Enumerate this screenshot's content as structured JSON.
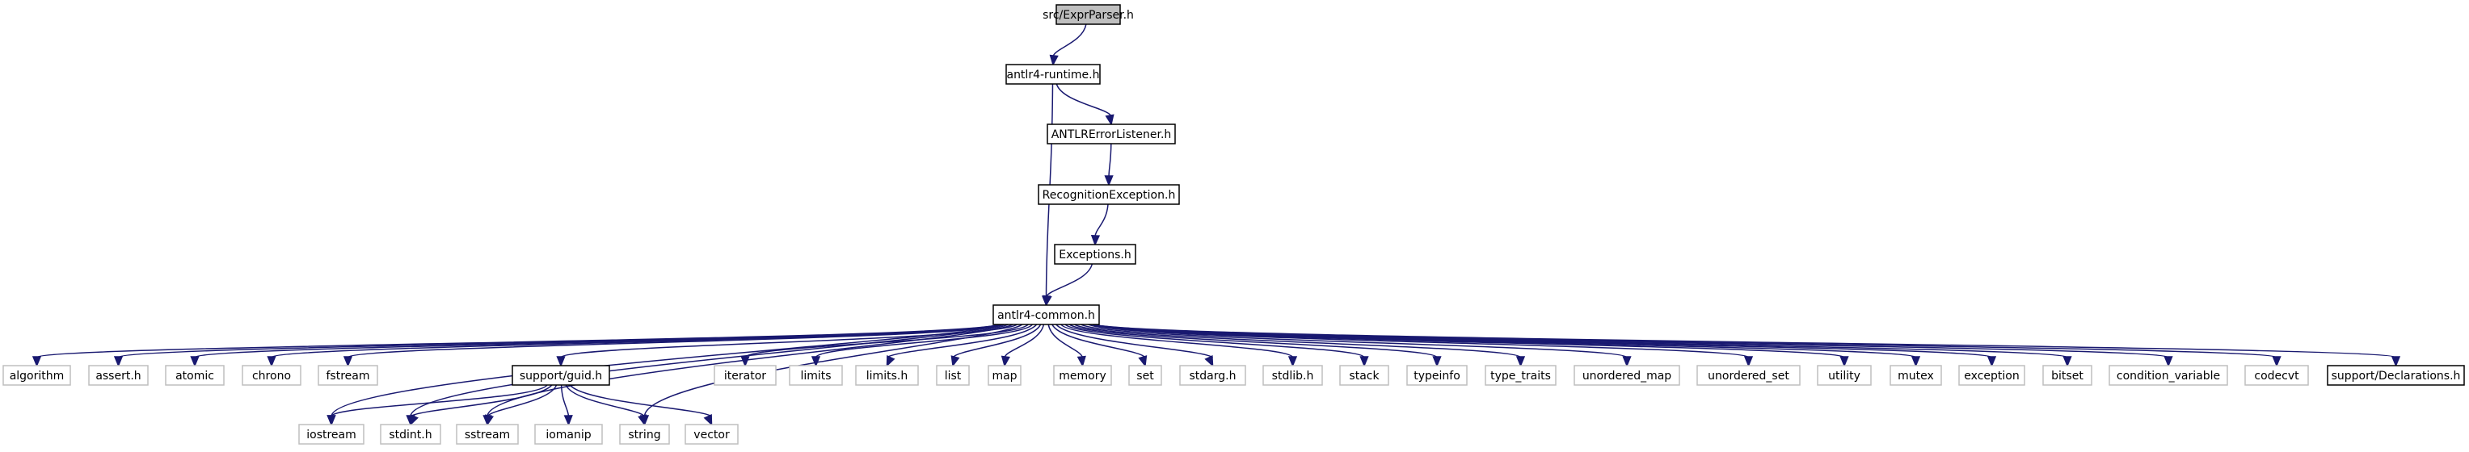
{
  "diagram": {
    "type": "include-dependency-graph",
    "colors": {
      "edge": "#191970",
      "root_fill": "#bfbfbf",
      "light_border": "#bfbfbf",
      "dark_border": "#000000"
    },
    "nodes": [
      {
        "id": "root",
        "label": "src/ExprParser.h",
        "style": "root"
      },
      {
        "id": "rt",
        "label": "antlr4-runtime.h",
        "style": "dark"
      },
      {
        "id": "ael",
        "label": "ANTLRErrorListener.h",
        "style": "dark"
      },
      {
        "id": "rex",
        "label": "RecognitionException.h",
        "style": "dark"
      },
      {
        "id": "exc",
        "label": "Exceptions.h",
        "style": "dark"
      },
      {
        "id": "common",
        "label": "antlr4-common.h",
        "style": "dark"
      },
      {
        "id": "algorithm",
        "label": "algorithm",
        "style": "light"
      },
      {
        "id": "assert",
        "label": "assert.h",
        "style": "light"
      },
      {
        "id": "atomic",
        "label": "atomic",
        "style": "light"
      },
      {
        "id": "chrono",
        "label": "chrono",
        "style": "light"
      },
      {
        "id": "fstream",
        "label": "fstream",
        "style": "light"
      },
      {
        "id": "guid",
        "label": "support/guid.h",
        "style": "dark"
      },
      {
        "id": "iterator",
        "label": "iterator",
        "style": "light"
      },
      {
        "id": "limits",
        "label": "limits",
        "style": "light"
      },
      {
        "id": "limitsh",
        "label": "limits.h",
        "style": "light"
      },
      {
        "id": "list",
        "label": "list",
        "style": "light"
      },
      {
        "id": "map",
        "label": "map",
        "style": "light"
      },
      {
        "id": "memory",
        "label": "memory",
        "style": "light"
      },
      {
        "id": "set",
        "label": "set",
        "style": "light"
      },
      {
        "id": "stdarg",
        "label": "stdarg.h",
        "style": "light"
      },
      {
        "id": "stdlib",
        "label": "stdlib.h",
        "style": "light"
      },
      {
        "id": "stack",
        "label": "stack",
        "style": "light"
      },
      {
        "id": "typeinfo",
        "label": "typeinfo",
        "style": "light"
      },
      {
        "id": "type_traits",
        "label": "type_traits",
        "style": "light"
      },
      {
        "id": "unordered_map",
        "label": "unordered_map",
        "style": "light"
      },
      {
        "id": "unordered_set",
        "label": "unordered_set",
        "style": "light"
      },
      {
        "id": "utility",
        "label": "utility",
        "style": "light"
      },
      {
        "id": "mutex",
        "label": "mutex",
        "style": "light"
      },
      {
        "id": "exception",
        "label": "exception",
        "style": "light"
      },
      {
        "id": "bitset",
        "label": "bitset",
        "style": "light"
      },
      {
        "id": "condition_variable",
        "label": "condition_variable",
        "style": "light"
      },
      {
        "id": "codecvt",
        "label": "codecvt",
        "style": "light"
      },
      {
        "id": "decl",
        "label": "support/Declarations.h",
        "style": "dark"
      },
      {
        "id": "iostream",
        "label": "iostream",
        "style": "light"
      },
      {
        "id": "stdint",
        "label": "stdint.h",
        "style": "light"
      },
      {
        "id": "sstream",
        "label": "sstream",
        "style": "light"
      },
      {
        "id": "iomanip",
        "label": "iomanip",
        "style": "light"
      },
      {
        "id": "string",
        "label": "string",
        "style": "light"
      },
      {
        "id": "vector",
        "label": "vector",
        "style": "light"
      }
    ],
    "edges": [
      [
        "root",
        "rt"
      ],
      [
        "rt",
        "ael"
      ],
      [
        "rt",
        "common"
      ],
      [
        "ael",
        "rex"
      ],
      [
        "rex",
        "exc"
      ],
      [
        "exc",
        "common"
      ],
      [
        "common",
        "algorithm"
      ],
      [
        "common",
        "assert"
      ],
      [
        "common",
        "atomic"
      ],
      [
        "common",
        "chrono"
      ],
      [
        "common",
        "fstream"
      ],
      [
        "common",
        "iostream"
      ],
      [
        "common",
        "stdint"
      ],
      [
        "common",
        "sstream"
      ],
      [
        "common",
        "guid"
      ],
      [
        "common",
        "string"
      ],
      [
        "common",
        "iterator"
      ],
      [
        "common",
        "limits"
      ],
      [
        "common",
        "limitsh"
      ],
      [
        "common",
        "list"
      ],
      [
        "common",
        "map"
      ],
      [
        "common",
        "memory"
      ],
      [
        "common",
        "set"
      ],
      [
        "common",
        "stdarg"
      ],
      [
        "common",
        "stdlib"
      ],
      [
        "common",
        "stack"
      ],
      [
        "common",
        "typeinfo"
      ],
      [
        "common",
        "type_traits"
      ],
      [
        "common",
        "unordered_map"
      ],
      [
        "common",
        "unordered_set"
      ],
      [
        "common",
        "utility"
      ],
      [
        "common",
        "mutex"
      ],
      [
        "common",
        "exception"
      ],
      [
        "common",
        "bitset"
      ],
      [
        "common",
        "condition_variable"
      ],
      [
        "common",
        "codecvt"
      ],
      [
        "common",
        "decl"
      ],
      [
        "guid",
        "iostream"
      ],
      [
        "guid",
        "stdint"
      ],
      [
        "guid",
        "sstream"
      ],
      [
        "guid",
        "iomanip"
      ],
      [
        "guid",
        "string"
      ],
      [
        "guid",
        "vector"
      ]
    ]
  }
}
